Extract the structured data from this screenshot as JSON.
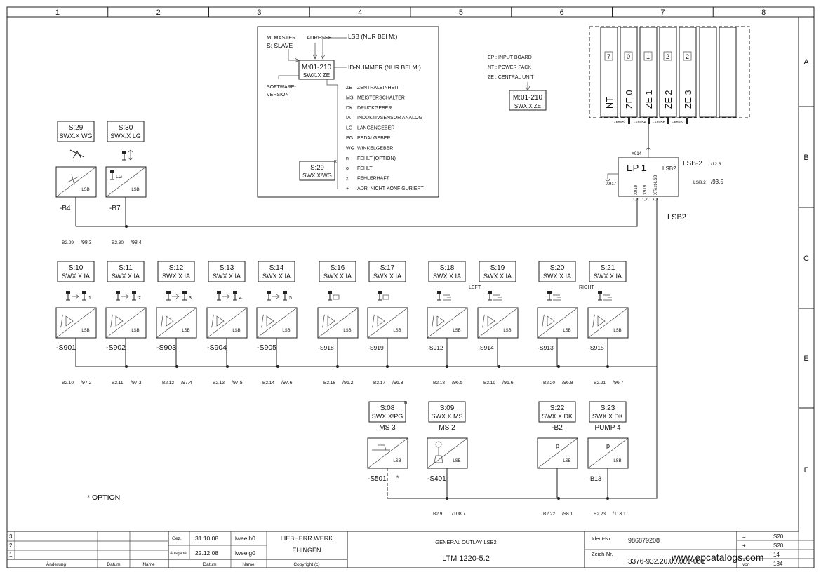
{
  "grid": {
    "columns": [
      "1",
      "2",
      "3",
      "4",
      "5",
      "6",
      "7",
      "8"
    ],
    "rows": [
      "A",
      "B",
      "C",
      "E",
      "F"
    ]
  },
  "legend": {
    "master": "M: MASTER",
    "slave": "S: SLAVE",
    "adresse": "ADRESSE",
    "lsb_note": "LSB  (NUR BEI M:)",
    "id_box_line1": "M:01-210",
    "id_box_line2": "SWX.X ZE",
    "id_nummer": "ID-NUMMER  (NUR BEI M:)",
    "software": "SOFTWARE-",
    "version": "VERSION",
    "codes": [
      {
        "code": "ZE",
        "text": "ZENTRALEINHEIT"
      },
      {
        "code": "MS",
        "text": "MEISTERSCHALTER"
      },
      {
        "code": "DK",
        "text": "DRUCKGEBER"
      },
      {
        "code": "IA",
        "text": "INDUKTIVSENSOR ANALOG"
      },
      {
        "code": "LG",
        "text": "LÄNGENGEBER"
      },
      {
        "code": "PG",
        "text": "PEDALGEBER"
      },
      {
        "code": "WG",
        "text": "WINKELGEBER"
      },
      {
        "code": "n",
        "text": "FEHLT (OPTION)"
      },
      {
        "code": "o",
        "text": "FEHLT"
      },
      {
        "code": "x",
        "text": "FEHLERHAFT"
      },
      {
        "code": "+",
        "text": "ADR. NICHT KONFIGURIERT"
      }
    ],
    "example_line1": "S:29",
    "example_line2": "SWX.X!WG",
    "example_mark": "x"
  },
  "notes": {
    "ep": "EP : INPUT BOARD",
    "nt": "NT : POWER PACK",
    "ze": "ZE : CENTRAL UNIT",
    "cu_line1": "M:01-210",
    "cu_line2": "SWX.X ZE"
  },
  "rack": {
    "slots": [
      {
        "num": "7",
        "label": "NT"
      },
      {
        "num": "0",
        "label": "ZE 0"
      },
      {
        "num": "1",
        "label": "ZE 1"
      },
      {
        "num": "2",
        "label": "ZE 2"
      },
      {
        "num": "2",
        "label": "ZE 3"
      }
    ],
    "connectors": [
      "-X895",
      "-X895A",
      "-X895B",
      "-X895C"
    ]
  },
  "ep1": {
    "label": "EP 1",
    "lsb": "LSB2",
    "x914": "-X914",
    "x917": "-X917",
    "ports": [
      "X910",
      "X919",
      "XTest-LSB"
    ],
    "lsb2_ref": "LSB-2",
    "lsb2_ref_page": "/12.3",
    "lsb2_ref2": "LSB.2",
    "lsb2_ref2_page": "/93.5",
    "bus_label": "LSB2"
  },
  "top_sensors": [
    {
      "addr": "S:29",
      "type": "SWX.X WG",
      "name": "-B4",
      "ref": "B2.29",
      "page": "/98.3"
    },
    {
      "addr": "S:30",
      "type": "SWX.X LG",
      "name": "-B7",
      "ref": "B2.30",
      "page": "/98.4",
      "inner": "LG"
    }
  ],
  "row_sensors": [
    {
      "addr": "S:10",
      "type": "SWX.X IA",
      "name": "-S901",
      "ref": "B2.10",
      "page": "/97.2",
      "num": "1",
      "side": ""
    },
    {
      "addr": "S:11",
      "type": "SWX.X IA",
      "name": "-S902",
      "ref": "B2.11",
      "page": "/97.3",
      "num": "2",
      "side": ""
    },
    {
      "addr": "S:12",
      "type": "SWX.X IA",
      "name": "-S903",
      "ref": "B2.12",
      "page": "/97.4",
      "num": "3",
      "side": ""
    },
    {
      "addr": "S:13",
      "type": "SWX.X IA",
      "name": "-S904",
      "ref": "B2.13",
      "page": "/97.5",
      "num": "4",
      "side": ""
    },
    {
      "addr": "S:14",
      "type": "SWX.X IA",
      "name": "-S905",
      "ref": "B2.14",
      "page": "/97.6",
      "num": "5",
      "side": ""
    },
    {
      "addr": "S:16",
      "type": "SWX.X IA",
      "name": "-S918",
      "ref": "B2.16",
      "page": "/96.2",
      "num": "",
      "side": ""
    },
    {
      "addr": "S:17",
      "type": "SWX.X IA",
      "name": "-S919",
      "ref": "B2.17",
      "page": "/96.3",
      "num": "",
      "side": ""
    },
    {
      "addr": "S:18",
      "type": "SWX.X IA",
      "name": "-S912",
      "ref": "B2.18",
      "page": "/96.5",
      "num": "",
      "side": ""
    },
    {
      "addr": "S:19",
      "type": "SWX.X IA",
      "name": "-S914",
      "ref": "B2.19",
      "page": "/96.6",
      "num": "",
      "side": "LEFT"
    },
    {
      "addr": "S:20",
      "type": "SWX.X IA",
      "name": "-S913",
      "ref": "B2.20",
      "page": "/96.8",
      "num": "",
      "side": ""
    },
    {
      "addr": "S:21",
      "type": "SWX.X IA",
      "name": "-S915",
      "ref": "B2.21",
      "page": "/96.7",
      "num": "",
      "side": "RIGHT"
    }
  ],
  "bottom_sensors": [
    {
      "addr": "S:08",
      "type": "SWX.X!PG",
      "sub": "MS 3",
      "name": "-S501",
      "ref": "",
      "page": "",
      "mark": "n",
      "star": "*"
    },
    {
      "addr": "S:09",
      "type": "SWX.X MS",
      "sub": "MS 2",
      "name": "-S401",
      "ref": "B2.9",
      "page": "/108.7",
      "mark": "",
      "star": ""
    },
    {
      "addr": "S:22",
      "type": "SWX.X DK",
      "sub": "-B2",
      "name": "",
      "ref": "B2.22",
      "page": "/98.1",
      "mark": "",
      "star": "",
      "inner": "p"
    },
    {
      "addr": "S:23",
      "type": "SWX.X DK",
      "sub": "PUMP 4",
      "name": "-B13",
      "ref": "B2.23",
      "page": "/113.1",
      "mark": "",
      "star": "",
      "inner": "p"
    }
  ],
  "module_tag": "LSB",
  "option_note": "* OPTION",
  "title_block": {
    "rows": [
      "3",
      "2",
      "1"
    ],
    "col_aenderung": "Änderung",
    "col_datum": "Datum",
    "col_name": "Name",
    "gez": "Gez.",
    "gez_date": "31.10.08",
    "gez_name": "lweeih0",
    "ausgabe": "Ausgabe",
    "ausgabe_date": "22.12.08",
    "ausgabe_name": "lweeig0",
    "datum": "Datum",
    "name": "Name",
    "company_line1": "LIEBHERR WERK",
    "company_line2": "EHINGEN",
    "copyright": "Copyright (c)",
    "title": "GENERAL OUTLAY LSB2",
    "model": "LTM 1220-5.2",
    "ident_label": "Ident-Nr.",
    "ident": "986879208",
    "zeich_label": "Zeich-Nr.",
    "zeich": "3376-932.20.00.001-001",
    "eq": "=",
    "plus": "+",
    "eq_val": "S20",
    "plus_val": "S20",
    "blatt": "14",
    "von_label": "von",
    "von": "184"
  },
  "watermark": "www.epcatalogs.com"
}
